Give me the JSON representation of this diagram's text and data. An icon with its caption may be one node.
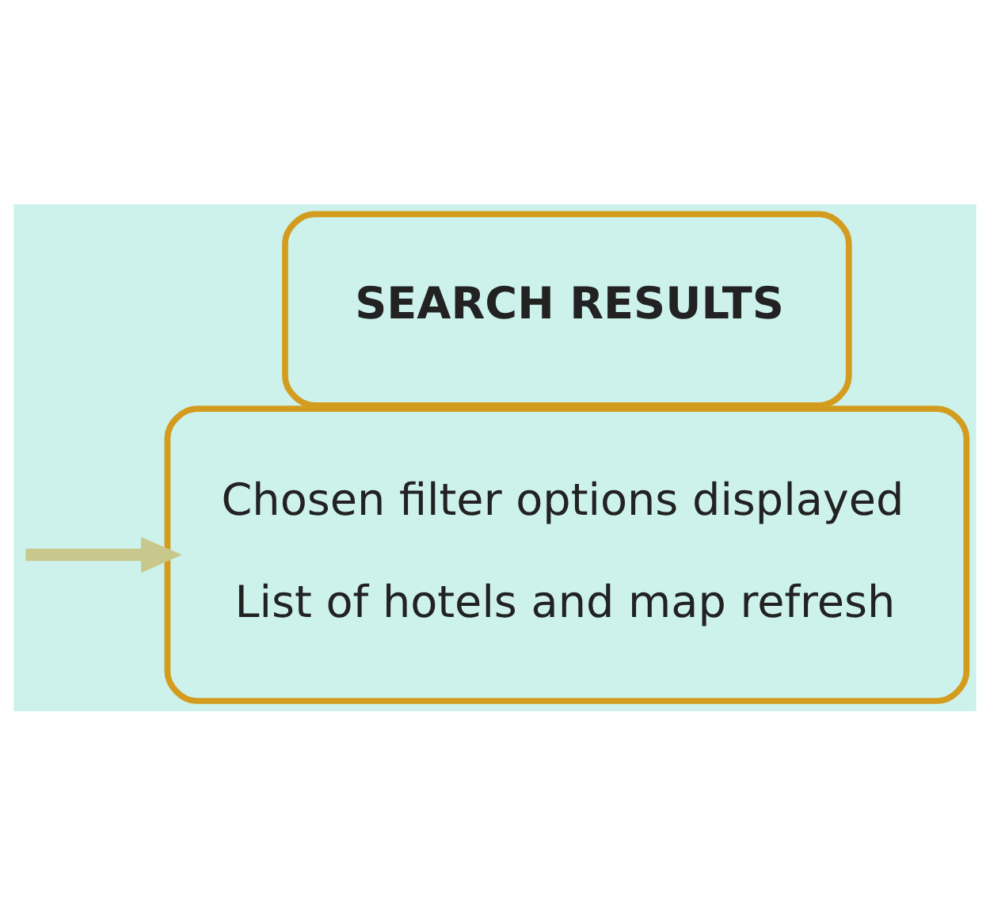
{
  "diagram": {
    "nodes": [
      {
        "text": [
          "SEARCH RESULTS"
        ]
      },
      {
        "text": [
          "Chosen filter options displayed",
          "List of hotels and map refresh"
        ]
      }
    ],
    "edges": [
      {
        "from": null,
        "to": 1,
        "arrow": "to",
        "color": "#c8c88c"
      }
    ]
  }
}
